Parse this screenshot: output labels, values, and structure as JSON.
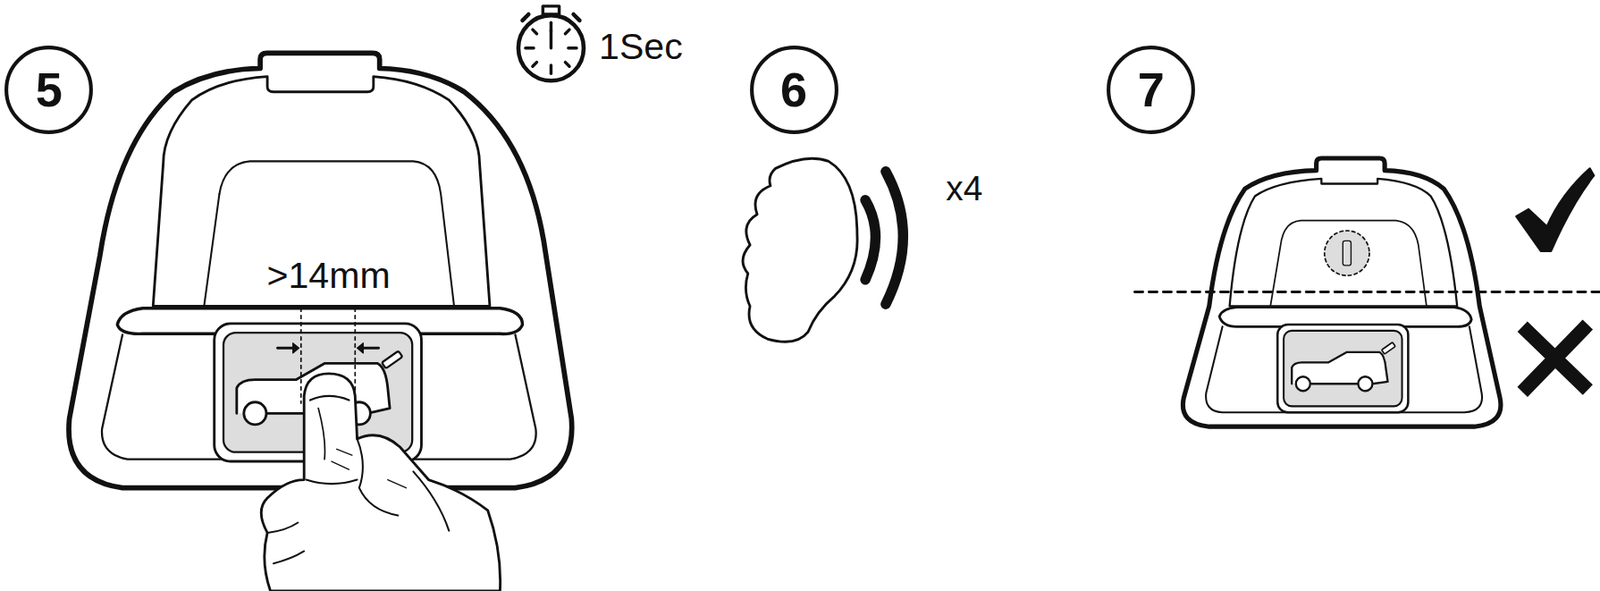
{
  "diagram": {
    "nodes": [
      {
        "text": [
          "5"
        ]
      },
      {
        "text": [
          "6"
        ]
      },
      {
        "text": [
          "7"
        ]
      }
    ],
    "labels": [
      "1Sec",
      ">14mm",
      "x4"
    ]
  }
}
